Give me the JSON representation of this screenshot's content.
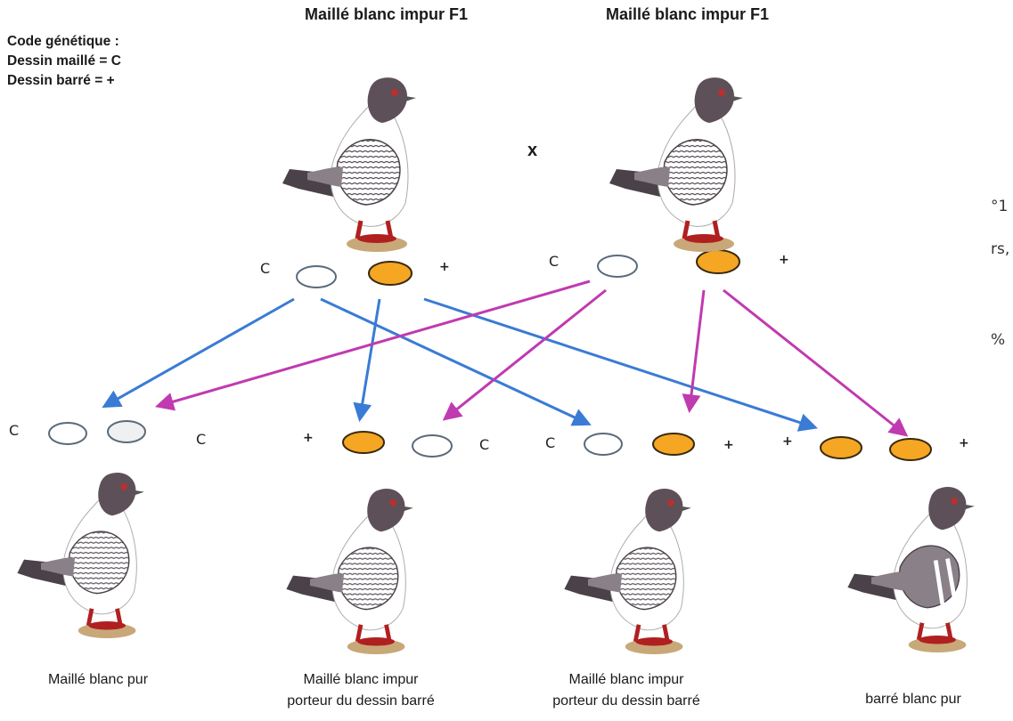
{
  "parents": {
    "left": {
      "title": "Maillé blanc impur F1",
      "pattern": "checker"
    },
    "right": {
      "title": "Maillé blanc impur F1",
      "pattern": "checker"
    },
    "cross_symbol": "x"
  },
  "legend": {
    "heading": "Code génétique :",
    "line1": "Dessin maillé = C",
    "line2": "Dessin barré = +"
  },
  "cut_off_text": [
    "°1",
    "rs,",
    "%"
  ],
  "gametes": {
    "left": [
      "C",
      "+"
    ],
    "right": [
      "C",
      "+"
    ]
  },
  "offspring": [
    {
      "alleles": [
        "C",
        "C"
      ],
      "caption1": "Maillé blanc pur",
      "caption2": "",
      "pattern": "checker"
    },
    {
      "alleles": [
        "+",
        "C"
      ],
      "caption1": "Maillé blanc impur",
      "caption2": "porteur du dessin barré",
      "pattern": "checker"
    },
    {
      "alleles": [
        "C",
        "+"
      ],
      "caption1": "Maillé blanc impur",
      "caption2": "porteur du dessin barré",
      "pattern": "checker"
    },
    {
      "alleles": [
        "+",
        "+"
      ],
      "caption1": "barré blanc pur",
      "caption2": "",
      "pattern": "bar"
    }
  ],
  "colors": {
    "white_allele": "#ffffff",
    "white_allele_stroke": "#7a8a9a",
    "bar_allele": "#f5a623",
    "bar_allele_stroke": "#3a2a10",
    "arrow_left_parent": "#3a7bd5",
    "arrow_right_parent": "#c03ab0",
    "pigeon_head": "#5e5058",
    "pigeon_wing": "#8a8088",
    "pigeon_tail": "#4a4248",
    "pigeon_body": "#ffffff",
    "pigeon_feet": "#b02020",
    "nest": "#c8a878"
  }
}
